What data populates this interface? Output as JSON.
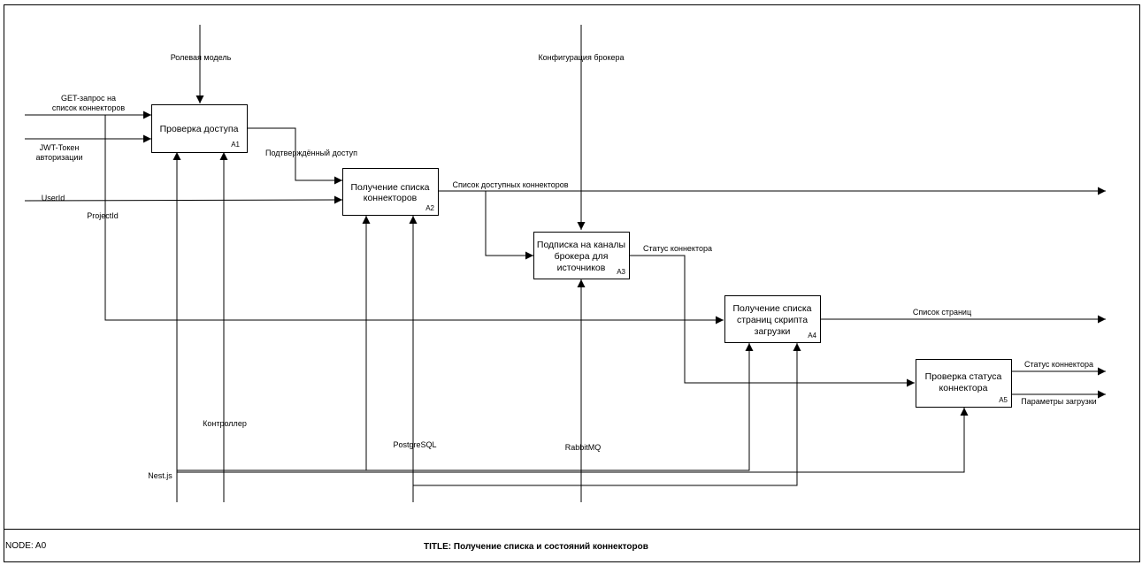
{
  "footer": {
    "node": "NODE: A0",
    "title_prefix": "TITLE:",
    "title": "Получение списка и состояний коннекторов"
  },
  "boxes": [
    {
      "id": "A1",
      "lines": [
        "Проверка доступа"
      ],
      "number": "A1"
    },
    {
      "id": "A2",
      "lines": [
        "Получение списка",
        "коннекторов"
      ],
      "number": "A2"
    },
    {
      "id": "A3",
      "lines": [
        "Подписка на каналы",
        "брокера для",
        "источников"
      ],
      "number": "A3"
    },
    {
      "id": "A4",
      "lines": [
        "Получение списка",
        "страниц скрипта",
        "загрузки"
      ],
      "number": "A4"
    },
    {
      "id": "A5",
      "lines": [
        "Проверка статуса",
        "коннектора"
      ],
      "number": "A5"
    }
  ],
  "labels": {
    "role_model": "Ролевая модель",
    "broker_config": "Конфигурация брокера",
    "get_request_1": "GET-запрос на",
    "get_request_2": "список коннекторов",
    "jwt_1": "JWT-Токен",
    "jwt_2": "авторизации",
    "user_id": "UserId",
    "project_id": "ProjectId",
    "confirmed_access": "Подтверждённый доступ",
    "available_connectors": "Список доступных коннекторов",
    "connector_status_a3": "Статус коннектора",
    "pages_list": "Список страниц",
    "connector_status_out": "Статус коннектора",
    "load_params": "Параметры загрузки",
    "controller": "Контроллер",
    "postgresql": "PostgreSQL",
    "rabbitmq": "RabbitMQ",
    "nestjs": "Nest.js"
  }
}
